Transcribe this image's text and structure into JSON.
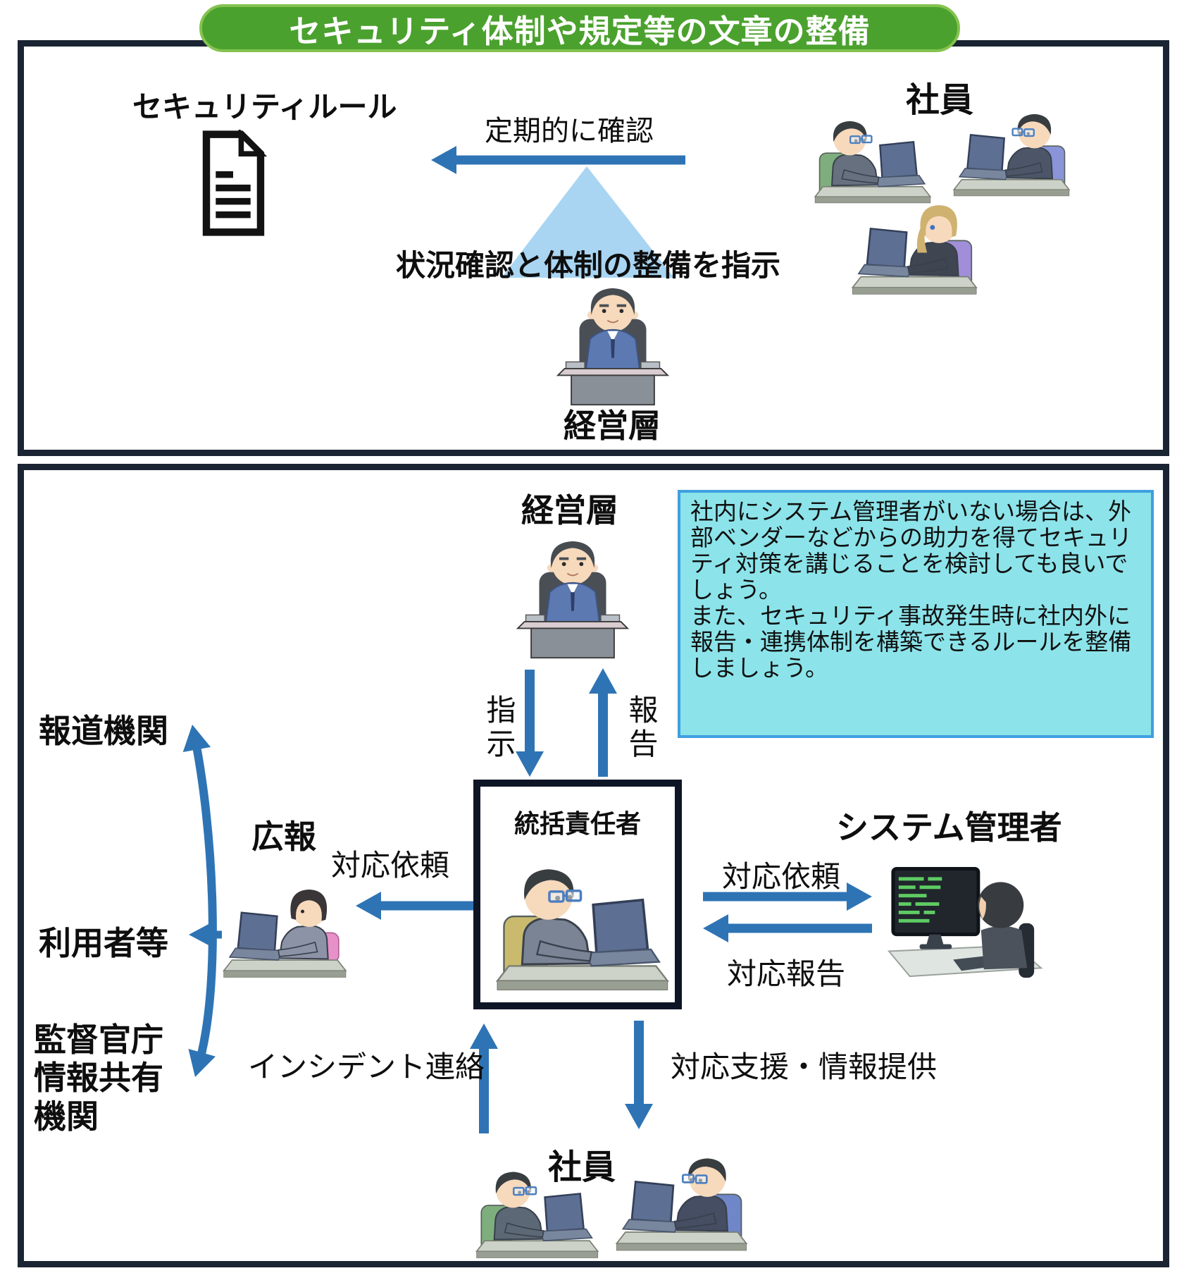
{
  "title": "セキュリティ体制や規定等の文章の整備",
  "colors": {
    "banner_green": "#4ba12e",
    "arrow_blue": "#2e74b5",
    "triangle_blue": "#a9d5f2",
    "panel_border": "#1a2433",
    "callout_fill": "#8ce4ea",
    "callout_border": "#3f9fe0"
  },
  "icons": {
    "security_rule": "document-icon"
  },
  "top_panel": {
    "security_rule_label": "セキュリティルール",
    "periodic_check_label": "定期的に確認",
    "instruction_label": "状況確認と体制の整備を指示",
    "employees_label": "社員",
    "executives_label": "経営層"
  },
  "bottom_panel": {
    "executives_label": "経営層",
    "callout_paragraph1": "社内にシステム管理者がいない場合は、外部ベンダーなどからの助力を得てセキュリティ対策を講じることを検討しても良いでしょう。",
    "callout_paragraph2": "また、セキュリティ事故発生時に社内外に報告・連携体制を構築できるルールを整備しましょう。",
    "order_label": "指示",
    "report_label": "報告",
    "coordinator_label": "統括責任者",
    "sysadmin_label": "システム管理者",
    "sysadmin_request_label": "対応依頼",
    "sysadmin_report_label": "対応報告",
    "pr_label": "広報",
    "pr_request_label": "対応依頼",
    "media_label": "報道機関",
    "users_label": "利用者等",
    "agency_label": "監督官庁\n情報共有\n機関",
    "incident_label": "インシデント連絡",
    "support_label": "対応支援・情報提供",
    "employees_label": "社員"
  }
}
